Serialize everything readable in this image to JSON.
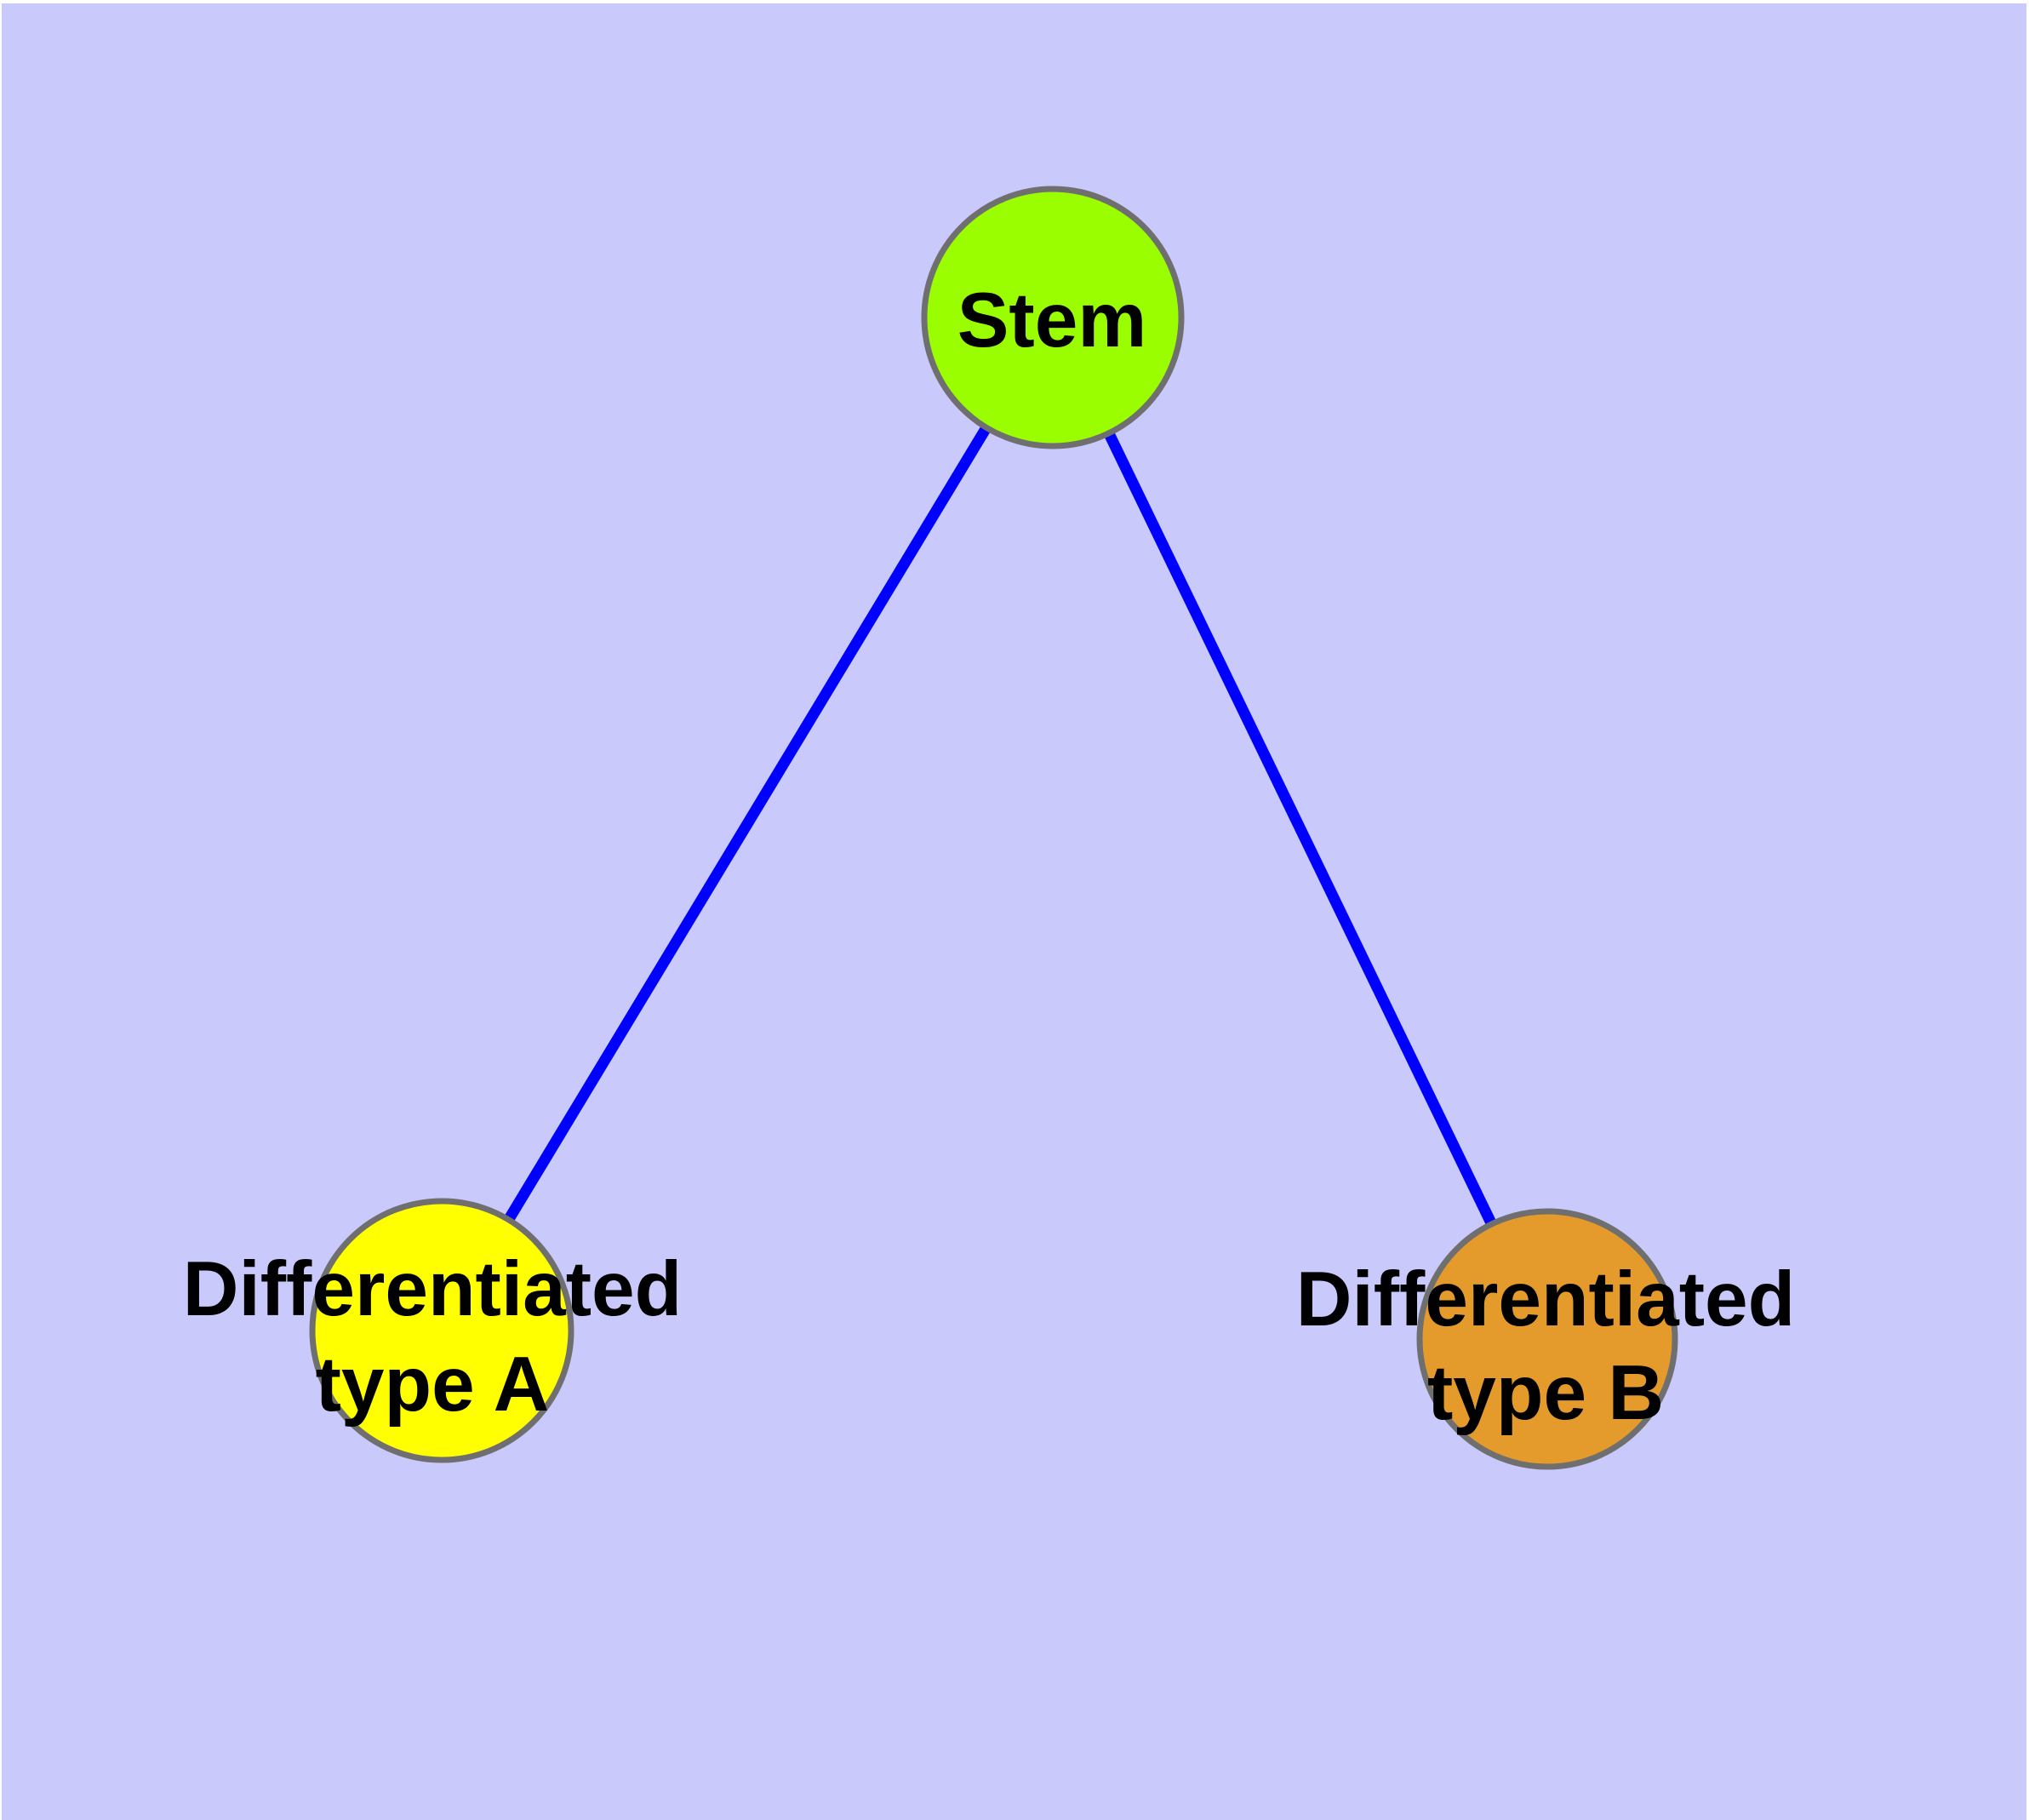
{
  "diagram": {
    "type": "graph",
    "title": "",
    "background_color": "#C9C9FB",
    "margin_color": "#FFFFFF",
    "edge_color": "#0000FF",
    "node_border_color": "#6F6F6F",
    "label_color": "#000000",
    "nodes": [
      {
        "id": "stem",
        "label": "Stem",
        "label_line1": "Stem",
        "label_line2": "",
        "fill_color": "#9AFE00"
      },
      {
        "id": "differentiated-type-a",
        "label": "Differentiated type A",
        "label_line1": "Differentiated",
        "label_line2": "type A",
        "fill_color": "#FFFF00"
      },
      {
        "id": "differentiated-type-b",
        "label": "Differentiated type B",
        "label_line1": "Differentiated",
        "label_line2": "type B",
        "fill_color": "#E49B2B"
      }
    ],
    "edges": [
      {
        "from": "Stem",
        "to": "Differentiated type A"
      },
      {
        "from": "Stem",
        "to": "Differentiated type B"
      }
    ]
  }
}
